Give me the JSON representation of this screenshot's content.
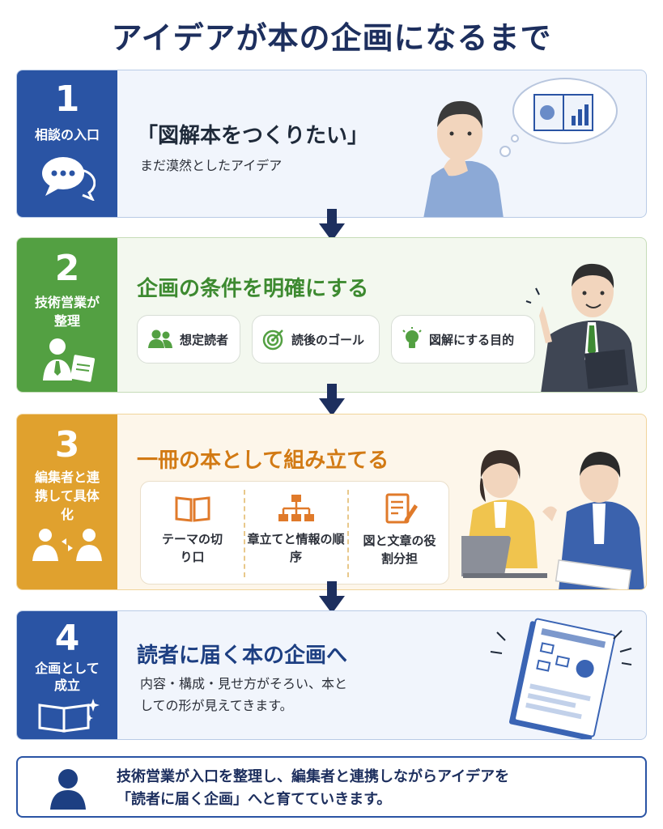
{
  "title": "アイデアが本の企画になるまで",
  "colors": {
    "blue": "#2a54a4",
    "green": "#53a042",
    "orange": "#e0a12e",
    "navy": "#1d2f5e"
  },
  "steps": [
    {
      "num": "1",
      "label": "相談の入口",
      "heading": "「図解本をつくりたい」",
      "sub": "まだ漠然としたアイデア",
      "icon": "chat-bubbles-icon"
    },
    {
      "num": "2",
      "label": "技術営業が整理",
      "heading": "企画の条件を明確にする",
      "chips": [
        {
          "label": "想定読者",
          "icon": "people-icon"
        },
        {
          "label": "読後のゴール",
          "icon": "target-icon"
        },
        {
          "label": "図解にする目的",
          "icon": "lightbulb-icon"
        }
      ]
    },
    {
      "num": "3",
      "label": "編集者と連携して具体化",
      "heading": "一冊の本として組み立てる",
      "items": [
        {
          "label": "テーマの切り口",
          "icon": "open-book-icon"
        },
        {
          "label": "章立てと情報の順序",
          "icon": "hierarchy-icon"
        },
        {
          "label": "図と文章の役割分担",
          "icon": "document-pen-icon"
        }
      ]
    },
    {
      "num": "4",
      "label": "企画として成立",
      "heading": "読者に届く本の企画へ",
      "sub": "内容・構成・見せ方がそろい、本としての形が見えてきます。",
      "icon": "book-sparkle-icon"
    }
  ],
  "footer": {
    "text": "技術営業が入口を整理し、編集者と連携しながらアイデアを「読者に届く企画」へと育てていきます。",
    "icon": "person-icon"
  }
}
